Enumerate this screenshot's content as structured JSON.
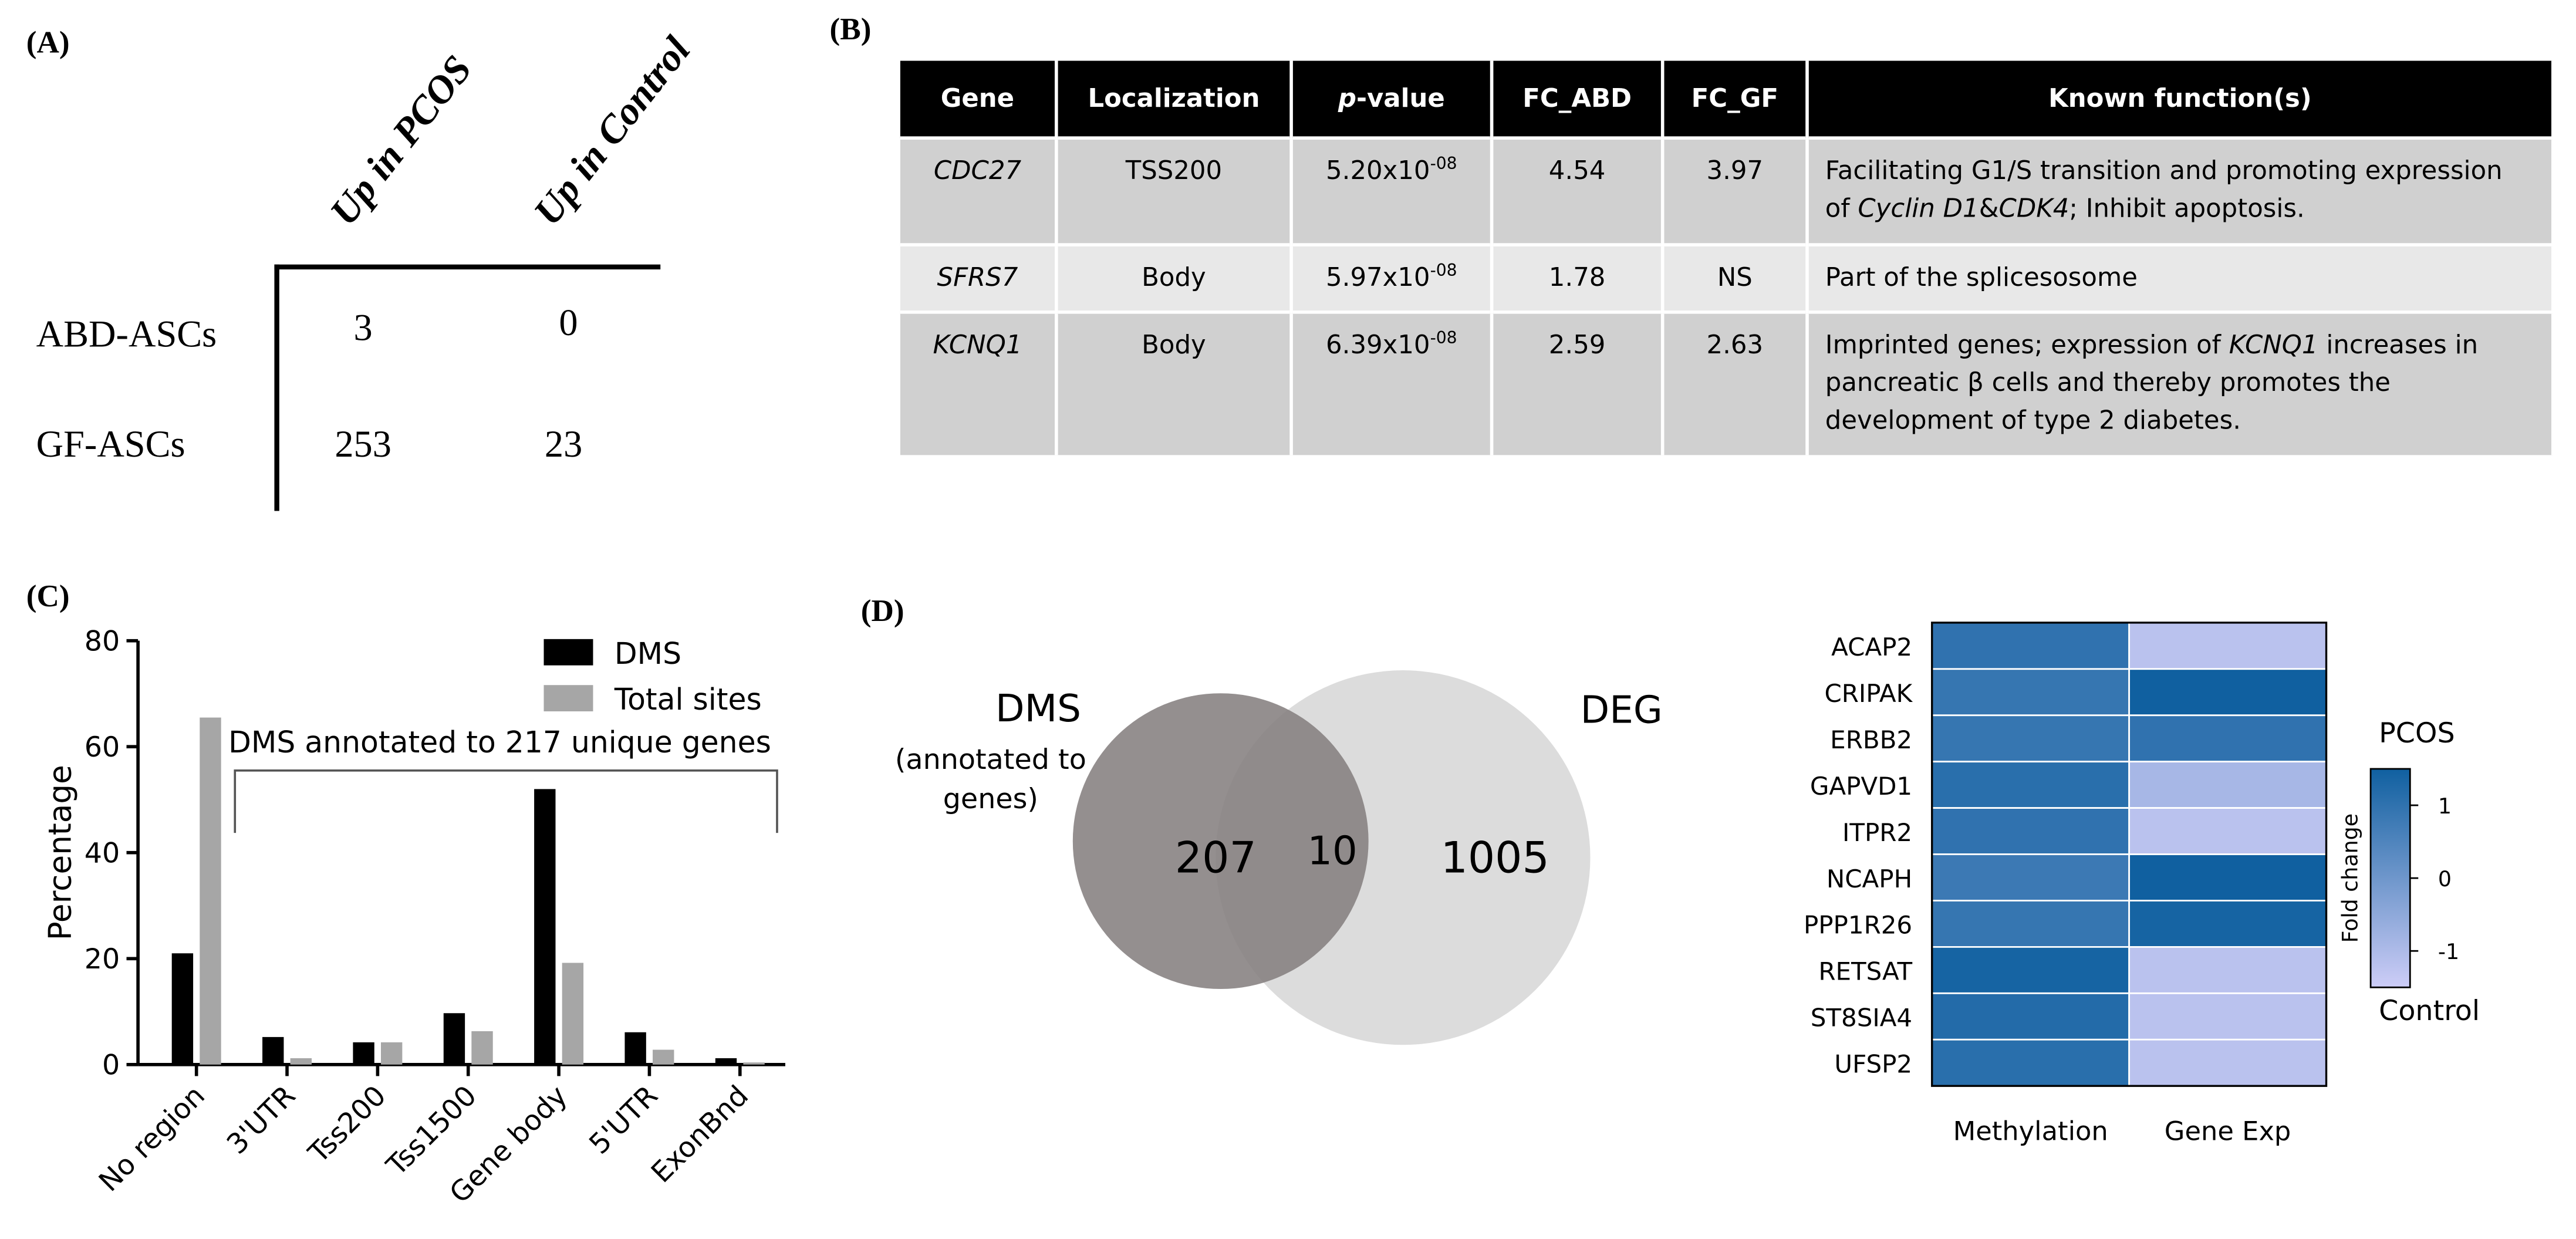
{
  "panels": {
    "a": "(A)",
    "b": "(B)",
    "c": "(C)",
    "d": "(D)"
  },
  "panel_a": {
    "col_headers": [
      "Up in PCOS",
      "Up in Control"
    ],
    "rows": [
      {
        "label": "ABD-ASCs",
        "values": [
          "3",
          "0"
        ]
      },
      {
        "label": "GF-ASCs",
        "values": [
          "253",
          "23"
        ]
      }
    ],
    "colors": {
      "pcos": "#1a8a80",
      "control": "#c8c8f2"
    }
  },
  "panel_b": {
    "headers": {
      "gene": "Gene",
      "localization": "Localization",
      "pvalue_italic": "p",
      "pvalue_rest": "-value",
      "fc_abd": "FC_ABD",
      "fc_gf": "FC_GF",
      "function": "Known function(s)"
    },
    "rows": [
      {
        "gene": "CDC27",
        "localization": "TSS200",
        "p_base": "5.20x10",
        "p_exp": "-08",
        "fc_abd": "4.54",
        "fc_gf": "3.97",
        "fn": {
          "t1": "Facilitating G1/S transition and promoting expression of ",
          "i1": "Cyclin D1",
          "t2": "&",
          "i2": "CDK4",
          "t3": "; Inhibit apoptosis."
        }
      },
      {
        "gene": "SFRS7",
        "localization": "Body",
        "p_base": "5.97x10",
        "p_exp": "-08",
        "fc_abd": "1.78",
        "fc_gf": "NS",
        "fn": {
          "t1": "Part of the splicesosome"
        }
      },
      {
        "gene": "KCNQ1",
        "localization": "Body",
        "p_base": "6.39x10",
        "p_exp": "-08",
        "fc_abd": "2.59",
        "fc_gf": "2.63",
        "fn": {
          "t1": "Imprinted genes; expression of ",
          "i1": "KCNQ1",
          "t2": " increases in pancreatic β cells and thereby promotes the development of type 2 diabetes."
        }
      }
    ]
  },
  "chart_data": [
    {
      "type": "bar",
      "ylabel": "Percentage",
      "ylim": [
        0,
        80
      ],
      "yticks": [
        0,
        20,
        40,
        60,
        80
      ],
      "categories": [
        "No region",
        "3'UTR",
        "Tss200",
        "Tss1500",
        "Gene body",
        "5'UTR",
        "ExonBnd"
      ],
      "series": [
        {
          "name": "DMS",
          "color": "#000000",
          "values": [
            21,
            5.2,
            4.2,
            9.7,
            52,
            6.1,
            1.2
          ]
        },
        {
          "name": "Total sites",
          "color": "#a6a6a6",
          "values": [
            65.5,
            1.2,
            4.2,
            6.3,
            19.2,
            2.8,
            0.4
          ]
        }
      ],
      "legend": "top-right",
      "annotation": "DMS annotated to 217 unique genes"
    },
    {
      "type": "venn",
      "sets": [
        {
          "label": "DMS",
          "sublabel_lines": [
            "(annotated to",
            "genes)"
          ],
          "only": 207,
          "color": "#858080"
        },
        {
          "label": "DEG",
          "only": 1005,
          "color": "#dcdcdc"
        }
      ],
      "intersection": 10
    },
    {
      "type": "heatmap",
      "rows": [
        "ACAP2",
        "CRIPAK",
        "ERBB2",
        "GAPVD1",
        "ITPR2",
        "NCAPH",
        "PPP1R26",
        "RETSAT",
        "ST8SIA4",
        "UFSP2"
      ],
      "columns": [
        "Methylation",
        "Gene Exp"
      ],
      "values": [
        [
          1.0,
          -1.2
        ],
        [
          0.9,
          1.5
        ],
        [
          0.9,
          1.0
        ],
        [
          1.1,
          -0.9
        ],
        [
          1.0,
          -1.2
        ],
        [
          0.8,
          1.8
        ],
        [
          0.9,
          1.4
        ],
        [
          1.4,
          -1.2
        ],
        [
          1.2,
          -1.2
        ],
        [
          1.1,
          -1.2
        ]
      ],
      "colorbar": {
        "min": -1.5,
        "max": 1.5,
        "ticks": [
          1,
          0,
          -1
        ],
        "label": "Fold change",
        "top_label": "PCOS",
        "bottom_label": "Control",
        "low_color": "#cdcdf7",
        "high_color": "#1060a0"
      }
    }
  ]
}
